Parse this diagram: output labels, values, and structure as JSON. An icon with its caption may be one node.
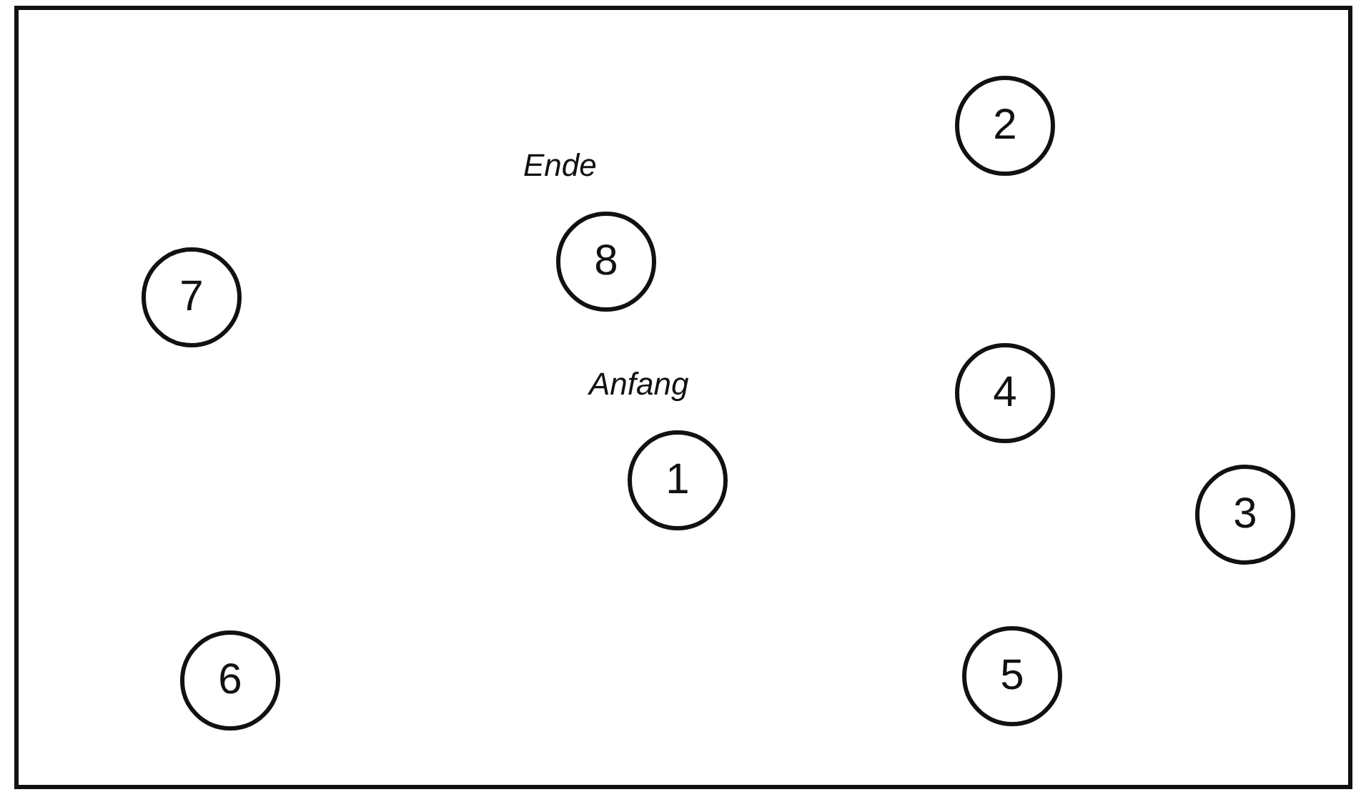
{
  "diagram": {
    "nodes": [
      {
        "text": [
          "2"
        ]
      },
      {
        "text": [
          "8"
        ],
        "beside": [
          "Ende"
        ]
      },
      {
        "text": [
          "7"
        ]
      },
      {
        "text": [
          "4"
        ]
      },
      {
        "text": [
          "1"
        ],
        "beside": [
          "Anfang"
        ]
      },
      {
        "text": [
          "3"
        ]
      },
      {
        "text": [
          "6"
        ]
      },
      {
        "text": [
          "5"
        ]
      }
    ]
  }
}
